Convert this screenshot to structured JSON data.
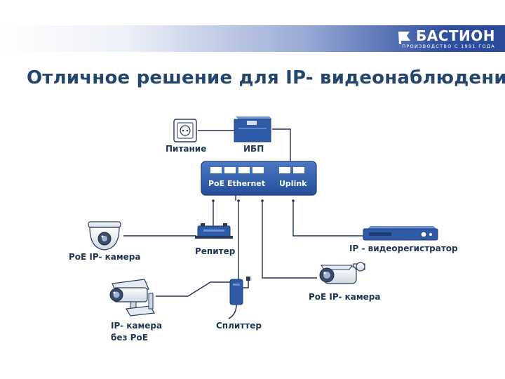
{
  "header": {
    "brand_name": "БАСТИОН",
    "brand_tagline": "ПРОИЗВОДСТВО С 1991 ГОДА",
    "logo_icon": "bastion-flag-icon"
  },
  "title": "Отличное решение для IP- видеонаблюдения",
  "colors": {
    "title": "#23466e",
    "banner": "#2a4a99",
    "device_blue": "#2e5aa8",
    "wire": "#22325a"
  },
  "diagram": {
    "nodes": {
      "power": {
        "label": "Питание",
        "icon": "power-socket-icon"
      },
      "ups": {
        "label": "ИБП",
        "icon": "ups-box-icon"
      },
      "switch": {
        "poe_label": "PoE Ethernet",
        "uplink_label": "Uplink",
        "icon": "network-switch-icon"
      },
      "dome_camera": {
        "label": "PoE IP- камера",
        "icon": "dome-camera-icon"
      },
      "repeater": {
        "label": "Репитер",
        "icon": "repeater-icon"
      },
      "nvr": {
        "label": "IP - видеорегистратор",
        "icon": "nvr-recorder-icon"
      },
      "bullet_camera": {
        "label": "PoE IP- камера",
        "icon": "bullet-camera-icon"
      },
      "splitter": {
        "label": "Сплиттер",
        "icon": "splitter-icon"
      },
      "box_camera": {
        "label_line1": "IP- камера",
        "label_line2": "без PoE",
        "icon": "box-camera-icon"
      }
    }
  }
}
